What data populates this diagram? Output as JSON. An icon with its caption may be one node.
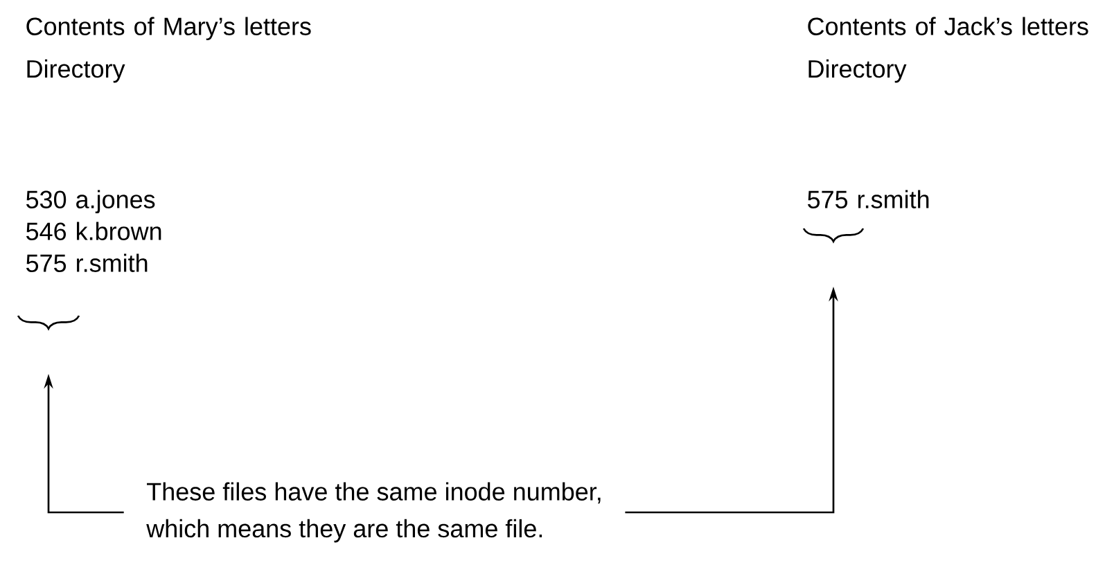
{
  "diagram": {
    "nodes": [
      {
        "text": [
          "These files have the same inode number, which means they are the same file."
        ]
      },
      {
        "text": [],
        "shape": "brace"
      },
      {
        "text": [],
        "shape": "brace"
      }
    ],
    "edges": [
      {
        "from": 0,
        "to": 1,
        "arrow": "to"
      },
      {
        "from": 0,
        "to": 2,
        "arrow": "to"
      }
    ],
    "labels": [
      "Contents of Mary’s letters Directory",
      "Contents of Jack’s letters Directory",
      "530 a.jones",
      "546 k.brown",
      "575 r.smith",
      "575 r.smith"
    ]
  }
}
